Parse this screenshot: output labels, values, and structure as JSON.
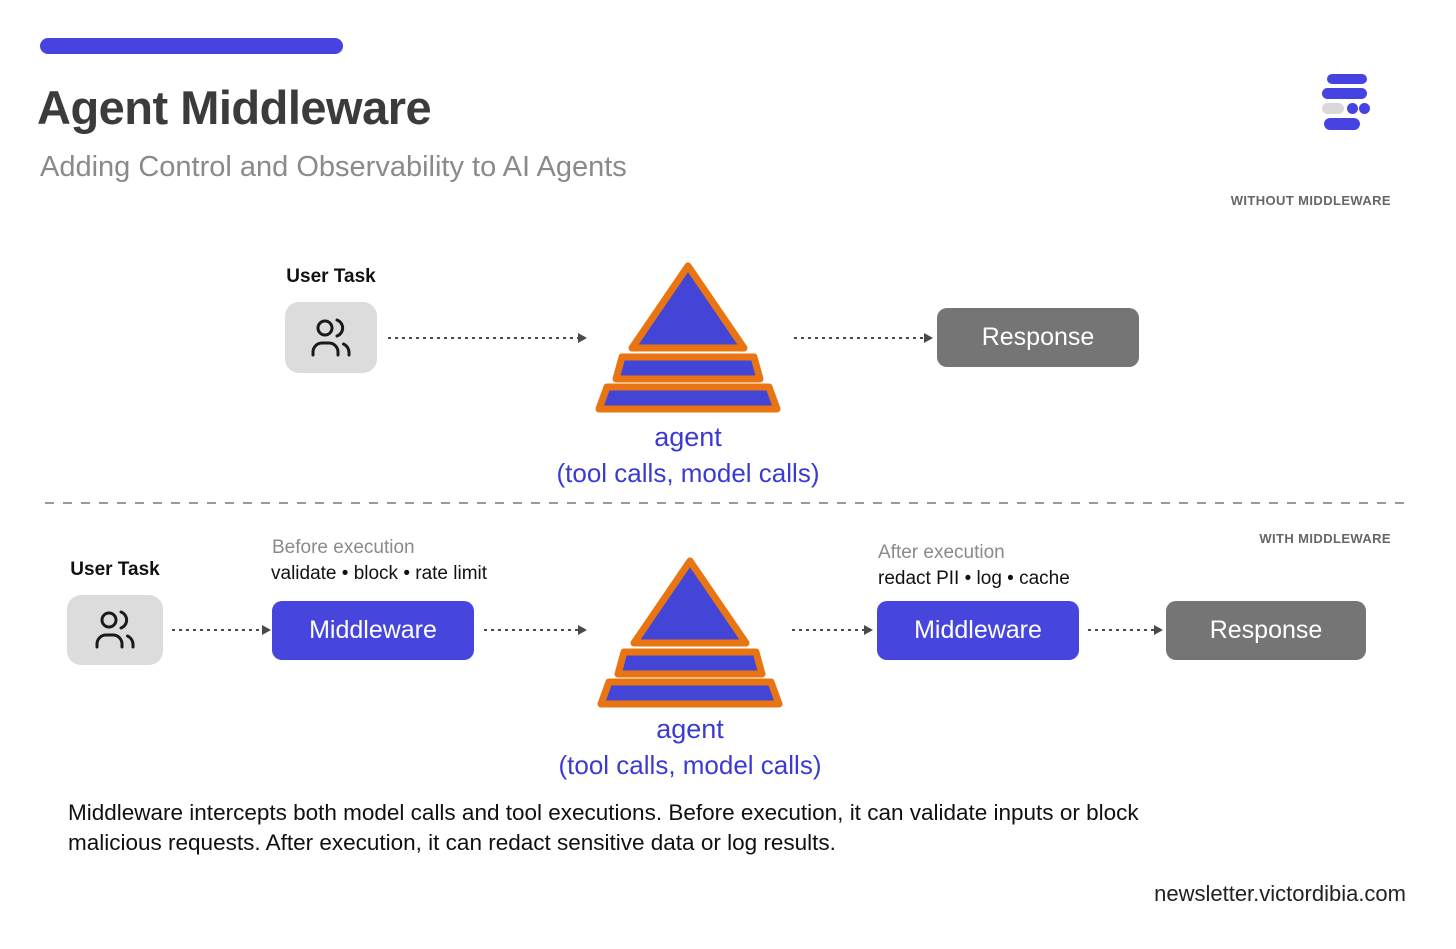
{
  "colors": {
    "accent_blue": "#4644e0",
    "button_blue": "#4645dd",
    "button_gray": "#757575",
    "pyramid_blue": "#4245d6",
    "pyramid_orange": "#e97512",
    "agent_text_blue": "#3b3ad3",
    "user_box_gray": "#dcdcdc"
  },
  "header": {
    "title": "Agent Middleware",
    "subtitle": "Adding Control and Observability to AI Agents"
  },
  "sections": {
    "without": {
      "label": "WITHOUT MIDDLEWARE",
      "user_task": "User Task",
      "agent": "agent",
      "agent_sub": "(tool calls, model calls)",
      "response": "Response"
    },
    "with": {
      "label": "WITH MIDDLEWARE",
      "user_task": "User Task",
      "before_title": "Before execution",
      "before_detail": "validate • block • rate limit",
      "middleware_before": "Middleware",
      "after_title": "After execution",
      "after_detail": "redact PII • log • cache",
      "middleware_after": "Middleware",
      "agent": "agent",
      "agent_sub": "(tool calls, model calls)",
      "response": "Response"
    }
  },
  "footer": {
    "description": "Middleware intercepts both model calls and tool executions. Before execution, it can validate inputs or block malicious requests. After execution, it can redact sensitive data or log results.",
    "site": "newsletter.victordibia.com"
  }
}
